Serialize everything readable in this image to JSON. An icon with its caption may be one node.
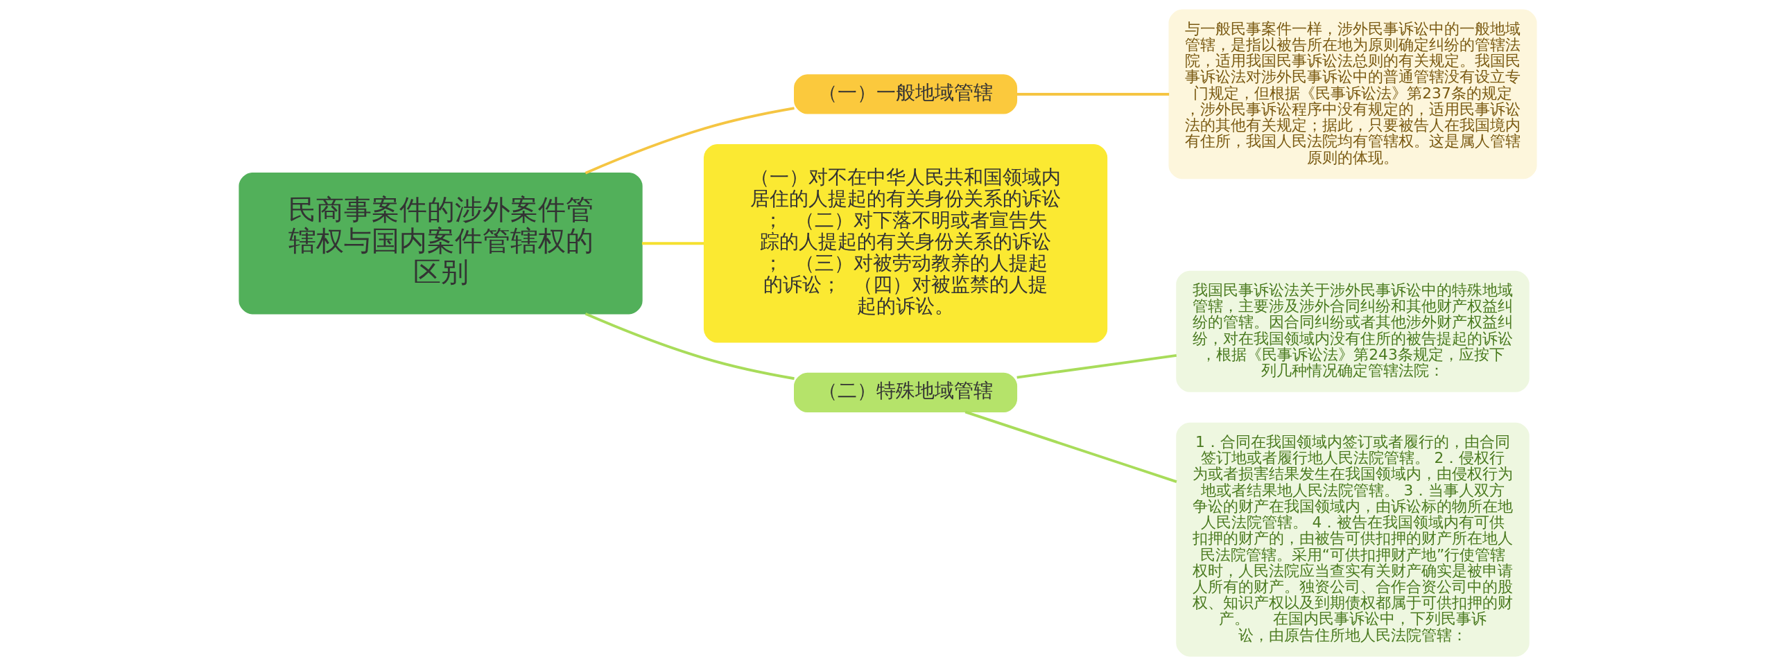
{
  "diagram": {
    "nodes": [
      {
        "text": [
          "民商事案件的涉外案件管辖权与国内案件管辖权的区别"
        ]
      },
      {
        "text": [
          "（一）一般地域管辖"
        ]
      },
      {
        "text": [
          "与一般民事案件一样，涉外民事诉讼中的一般地域管辖，是指以被告所在地为原则确定纠纷的管辖法院，适用我国民事诉讼法总则的有关规定。我国民事诉讼法对涉外民事诉讼中的普通管辖没有设立专门规定，但根据《民事诉讼法》第237条的规定，涉外民事诉讼程序中没有规定的，适用民事诉讼法的其他有关规定；据此，只要被告人在我国境内有住所，我国人民法院均有管辖权。这是属人管辖原则的体现。"
        ]
      },
      {
        "text": [
          "（一）对不在中华人民共和国领域内居住的人提起的有关身份关系的诉讼；  （二）对下落不明或者宣告失踪的人提起的有关身份关系的诉讼；  （三）对被劳动教养的人提起的诉讼；  （四）对被监禁的人提起的诉讼。"
        ]
      },
      {
        "text": [
          "（二）特殊地域管辖"
        ]
      },
      {
        "text": [
          "我国民事诉讼法关于涉外民事诉讼中的特殊地域管辖，主要涉及涉外合同纠纷和其他财产权益纠纷的管辖。因合同纠纷或者其他涉外财产权益纠纷，对在我国领域内没有住所的被告提起的诉讼，根据《民事诉讼法》第243条规定，应按下列几种情况确定管辖法院："
        ]
      },
      {
        "text": [
          "1．合同在我国领域内签订或者履行的，由合同签订地或者履行地人民法院管辖。 2．侵权行为或者损害结果发生在我国领域内，由侵权行为地或者结果地人民法院管辖。 3．当事人双方争讼的财产在我国领域内，由诉讼标的物所在地人民法院管辖。 4．被告在我国领域内有可供扣押的财产的，由被告可供扣押的财产所在地人民法院管辖。采用“可供扣押财产地”行使管辖权时，人民法院应当查实有关财产确实是被申请人所有的财产。独资公司、合作合资公司中的股权、知识产权以及到期债权都属于可供扣押的财产。     在国内民事诉讼中，下列民事诉讼，由原告住所地人民法院管辖："
        ]
      }
    ],
    "edges": [
      {
        "from": 0,
        "to": 1,
        "arrow": "none",
        "color": "#f5c542"
      },
      {
        "from": 1,
        "to": 2,
        "arrow": "none",
        "color": "#f5c542"
      },
      {
        "from": 0,
        "to": 3,
        "arrow": "none",
        "color": "#f5e030"
      },
      {
        "from": 0,
        "to": 4,
        "arrow": "none",
        "color": "#a8dc5a"
      },
      {
        "from": 4,
        "to": 5,
        "arrow": "none",
        "color": "#a8dc5a"
      },
      {
        "from": 4,
        "to": 6,
        "arrow": "none",
        "color": "#a8dc5a"
      }
    ]
  }
}
